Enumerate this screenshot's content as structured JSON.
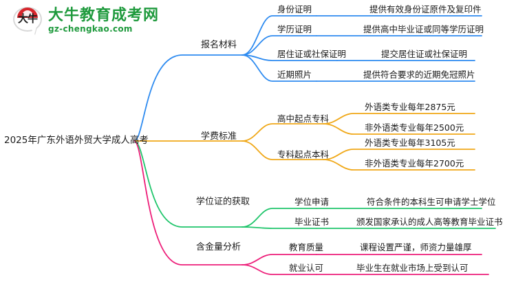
{
  "logo": {
    "mark_text": "大牛",
    "name_cn": "大牛教育成考网",
    "name_en": "gz-chengkao.com",
    "brand_color": "#1f9a3d",
    "cap_color": "#d7262c"
  },
  "mindmap": {
    "root": {
      "label": "2025年广东外语外贸大学成人高考"
    },
    "branches": [
      {
        "label": "报名材料",
        "color": "#2e8bf0",
        "topics": [
          {
            "label": "身份证明",
            "leaves": [
              {
                "label": "提供有效身份证原件及复印件"
              }
            ]
          },
          {
            "label": "学历证明",
            "leaves": [
              {
                "label": "提供高中毕业证或同等学历证明"
              }
            ]
          },
          {
            "label": "居住证或社保证明",
            "leaves": [
              {
                "label": "提交居住证或社保证明"
              }
            ]
          },
          {
            "label": "近期照片",
            "leaves": [
              {
                "label": "提供符合要求的近期免冠照片"
              }
            ]
          }
        ]
      },
      {
        "label": "学费标准",
        "color": "#f0a818",
        "topics": [
          {
            "label": "高中起点专科",
            "leaves": [
              {
                "label": "外语类专业每年2875元"
              },
              {
                "label": "非外语类专业每年2500元"
              }
            ]
          },
          {
            "label": "专科起点本科",
            "leaves": [
              {
                "label": "外语类专业每年3105元"
              },
              {
                "label": "非外语类专业每年2700元"
              }
            ]
          }
        ]
      },
      {
        "label": "学位证的获取",
        "color": "#1fc56b",
        "topics": [
          {
            "label": "学位申请",
            "leaves": [
              {
                "label": "符合条件的本科生可申请学士学位"
              }
            ]
          },
          {
            "label": "毕业证书",
            "leaves": [
              {
                "label": "颁发国家承认的成人高等教育毕业证书"
              }
            ]
          }
        ]
      },
      {
        "label": "含金量分析",
        "color": "#ed1e79",
        "topics": [
          {
            "label": "教育质量",
            "leaves": [
              {
                "label": "课程设置严谨，师资力量雄厚"
              }
            ]
          },
          {
            "label": "就业认可",
            "leaves": [
              {
                "label": "毕业生在就业市场上受到认可"
              }
            ]
          }
        ]
      }
    ]
  }
}
